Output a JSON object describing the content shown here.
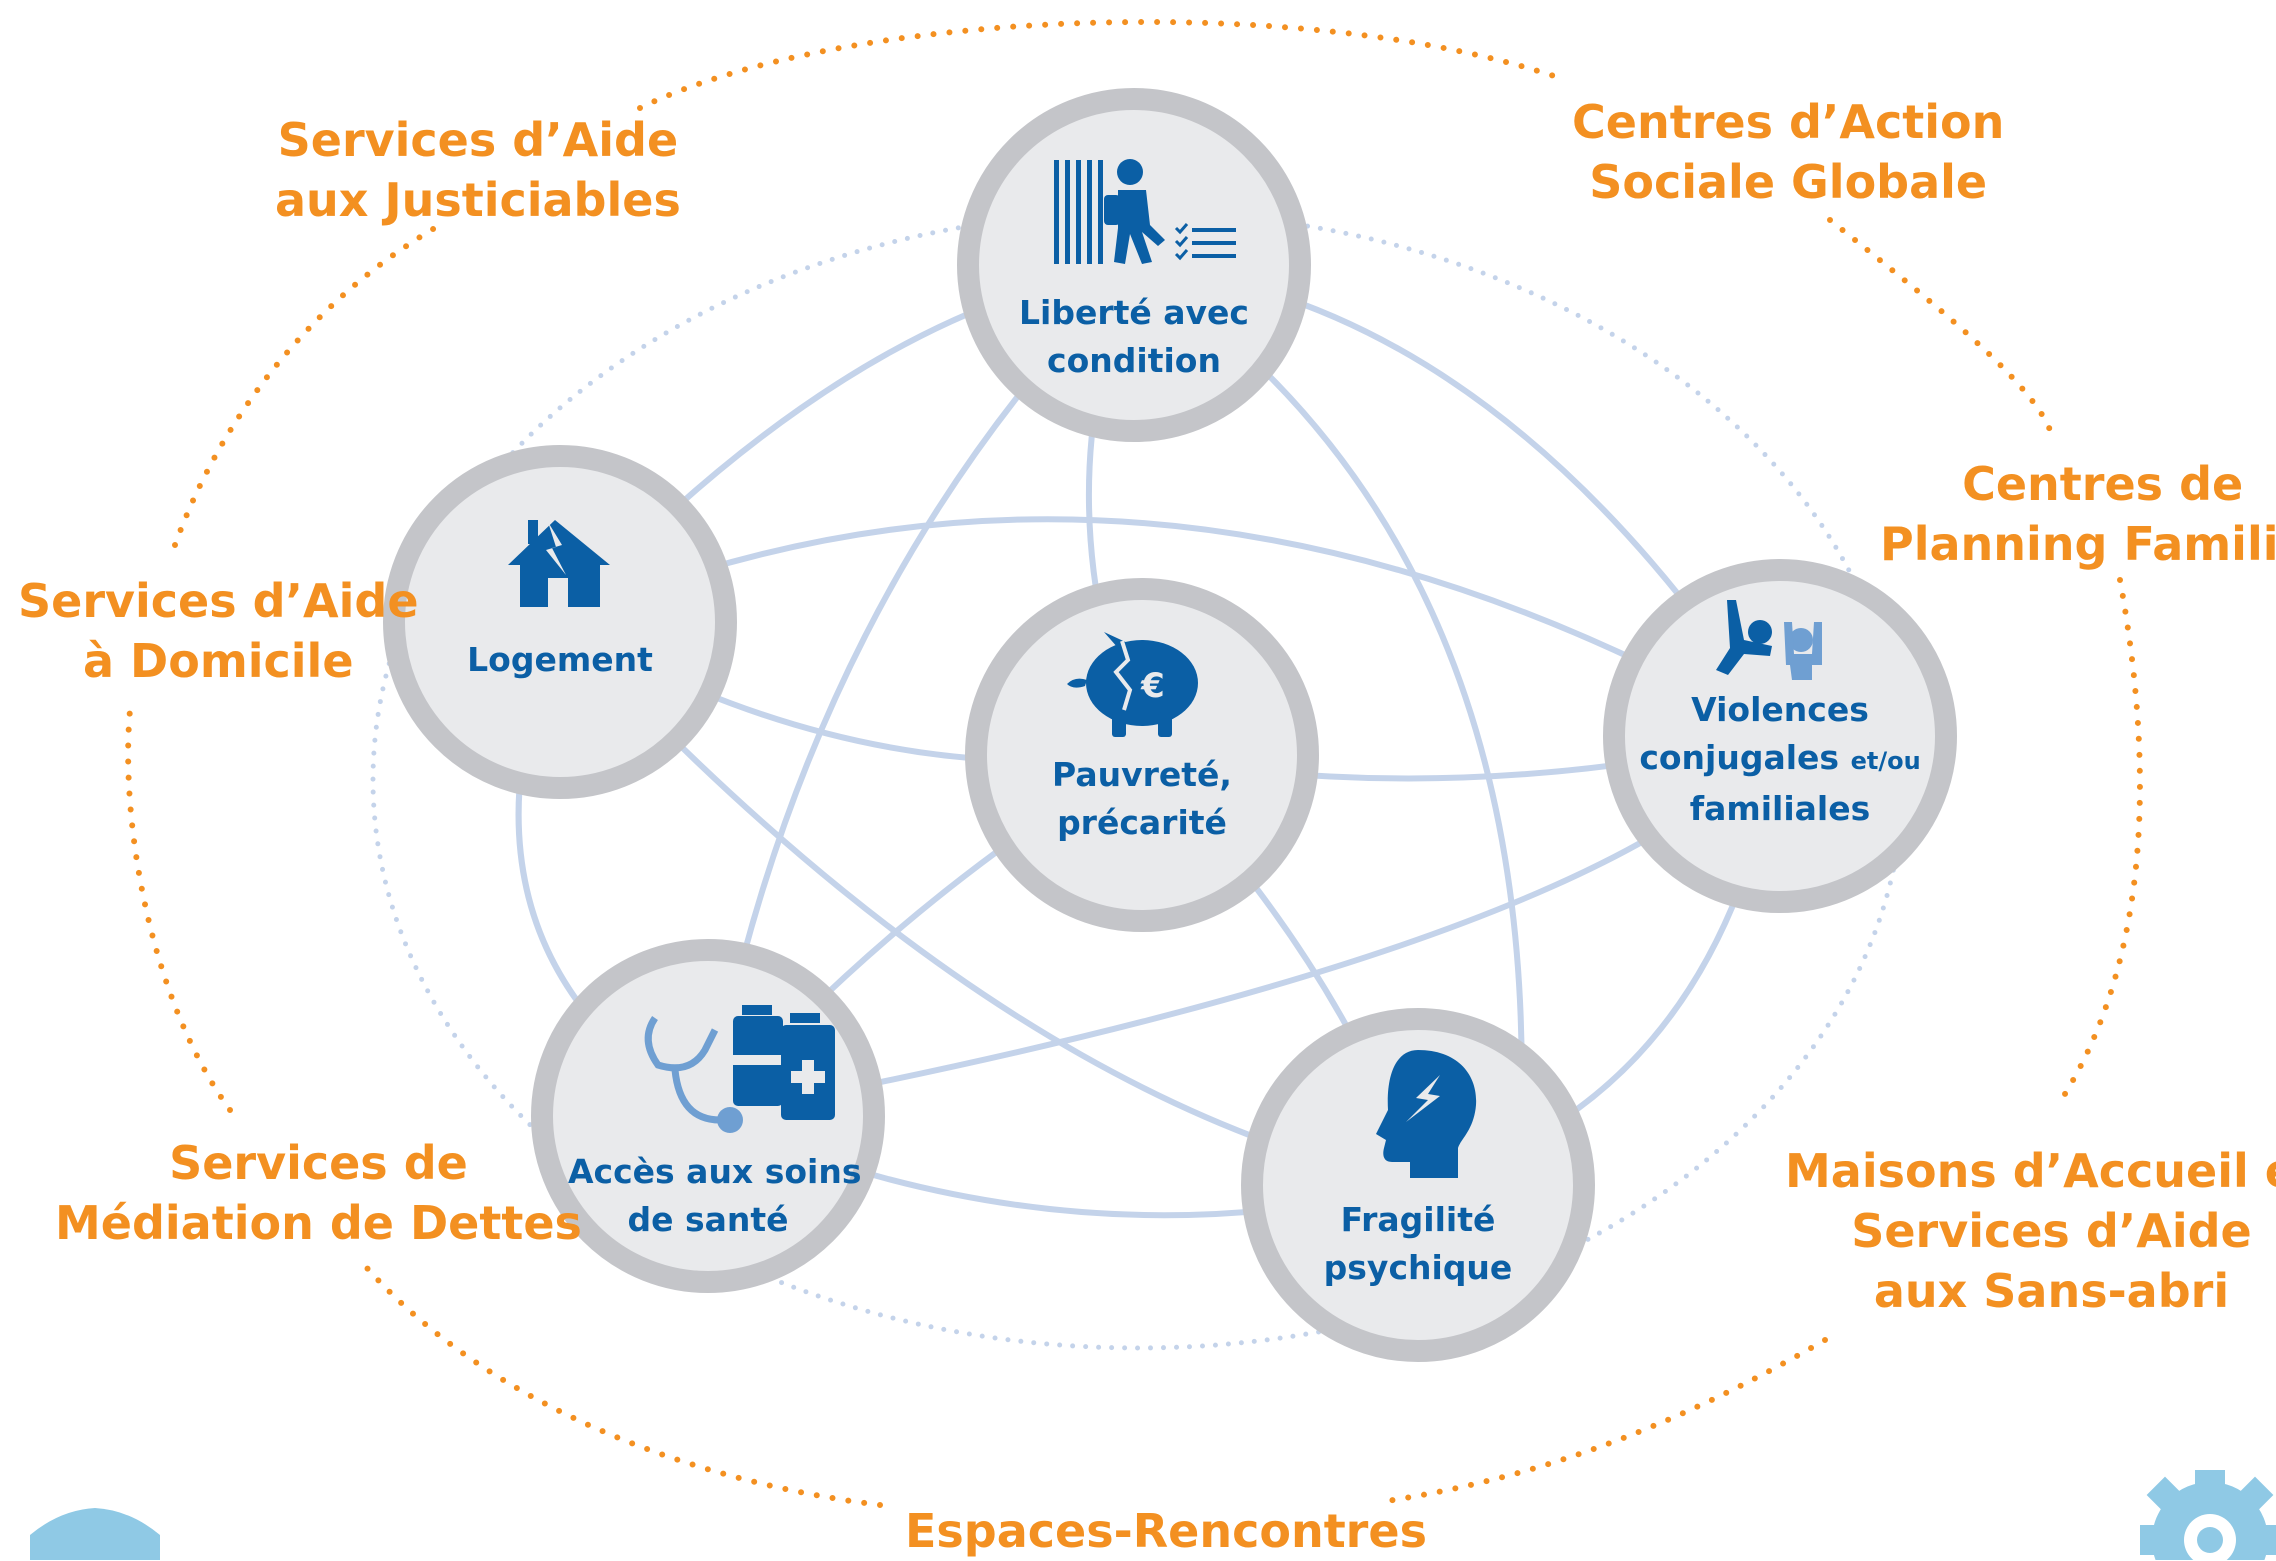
{
  "services": {
    "justiciables": [
      "Services d’Aide",
      "aux Justiciables"
    ],
    "action_sociale": [
      "Centres d’Action",
      "Sociale Globale"
    ],
    "planning": [
      "Centres de",
      "Planning Familial"
    ],
    "domicile": [
      "Services d’Aide",
      "à Domicile"
    ],
    "dettes": [
      "Services de",
      "Médiation de Dettes"
    ],
    "sans_abri": [
      "Maisons d’Accueil et",
      "Services d’Aide",
      "aux Sans-abri"
    ],
    "rencontres": [
      "Espaces-Rencontres"
    ]
  },
  "nodes": {
    "liberte": {
      "lines": [
        "Liberté avec",
        "condition"
      ],
      "icon": "person-leaving-prison-checklist-icon"
    },
    "logement": {
      "lines": [
        "Logement"
      ],
      "icon": "damaged-house-icon"
    },
    "pauvrete": {
      "lines": [
        "Pauvreté,",
        "précarité"
      ],
      "icon": "broken-piggy-bank-euro-icon"
    },
    "violences": {
      "line1": "Violences",
      "line2_main": "conjugales",
      "line2_small": "et/ou",
      "line3": "familiales",
      "icon": "domestic-violence-icon"
    },
    "soins": {
      "lines": [
        "Accès aux soins",
        "de santé"
      ],
      "icon": "stethoscope-medicine-icon"
    },
    "fragilite": {
      "lines": [
        "Fragilité",
        "psychique"
      ],
      "icon": "head-lightning-icon"
    }
  },
  "colors": {
    "orange": "#f39021",
    "blue": "#0b5fa5",
    "light_blue": "#6f9fd2",
    "link": "#c4d3ea",
    "ring": "#c4c5c9",
    "node_fill": "#e9eaec",
    "corner": "#8fc9e5"
  }
}
